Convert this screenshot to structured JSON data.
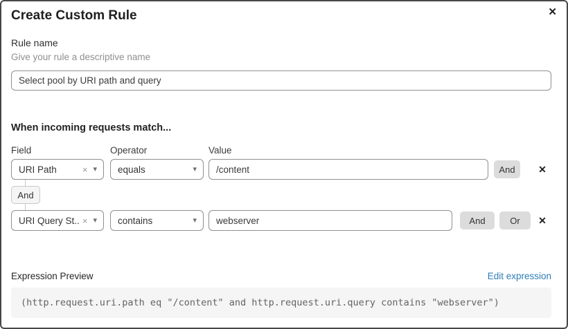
{
  "dialog": {
    "title": "Create Custom Rule"
  },
  "icons": {
    "close": "✕",
    "remove": "✕",
    "caret": "▾",
    "clear": "×"
  },
  "rule_name": {
    "label": "Rule name",
    "description": "Give your rule a descriptive name",
    "value": "Select pool by URI path and query"
  },
  "matcher": {
    "heading": "When incoming requests match...",
    "columns": {
      "field": "Field",
      "operator": "Operator",
      "value": "Value"
    },
    "connector_label": "And",
    "rows": [
      {
        "field": "URI Path",
        "operator": "equals",
        "value": "/content",
        "and_label": "And"
      },
      {
        "field": "URI Query St...",
        "operator": "contains",
        "value": "webserver",
        "and_label": "And",
        "or_label": "Or"
      }
    ]
  },
  "expression": {
    "label": "Expression Preview",
    "edit_link": "Edit expression",
    "preview": "(http.request.uri.path eq \"/content\" and http.request.uri.query contains \"webserver\")"
  },
  "colors": {
    "link_blue": "#2e7cb8",
    "button_gray": "#dcdcdc",
    "input_border_gray": "#8f8f8f",
    "code_background": "#f5f5f5",
    "dialog_border": "#474747"
  }
}
